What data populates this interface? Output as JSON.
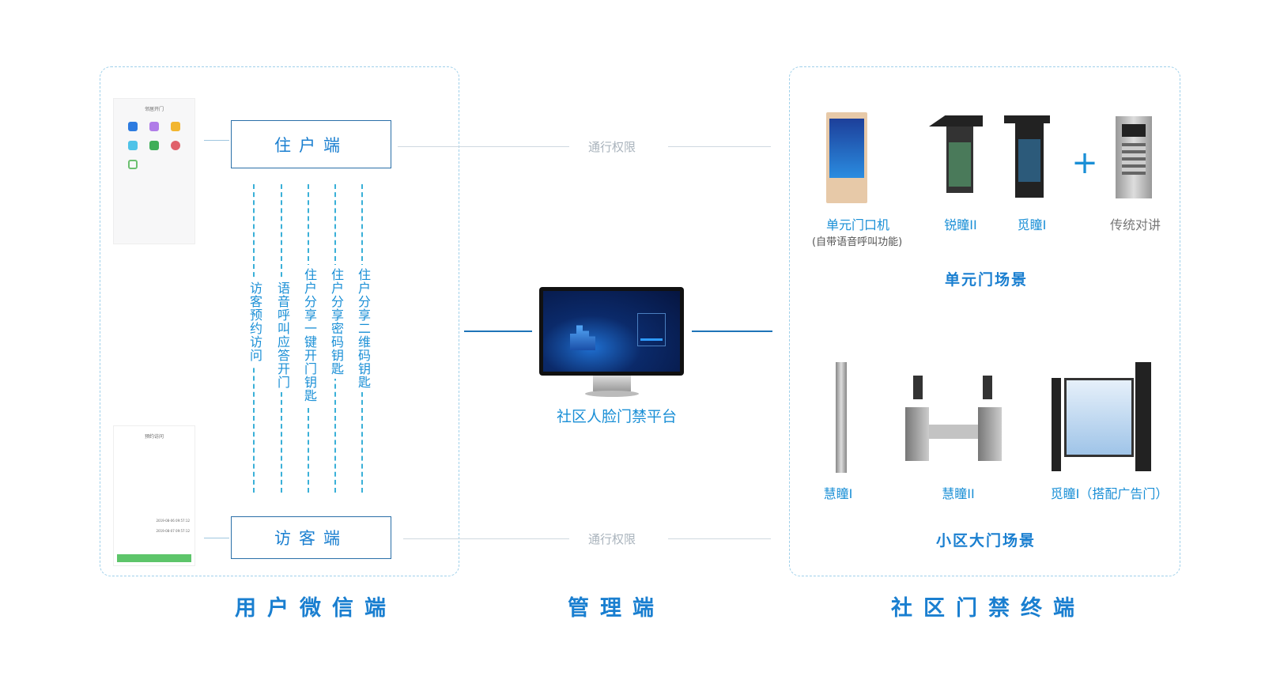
{
  "sections": {
    "user": "用户微信端",
    "admin": "管理端",
    "terminal": "社区门禁终端"
  },
  "user_side": {
    "resident_box": "住户端",
    "visitor_box": "访客端",
    "features": [
      "访客预约访问",
      "语音呼叫应答开门",
      "住户分享一键开门钥匙",
      "住户分享密码钥匙",
      "住户分享二维码钥匙"
    ],
    "phone_resident": {
      "title": "邻居开门"
    },
    "phone_visitor": {
      "title": "预约访问",
      "times": [
        "2019-08-06 09:57:12",
        "2019-08-07 09:57:12"
      ]
    }
  },
  "permission_label": "通行权限",
  "platform": {
    "name": "社区人脸门禁平台"
  },
  "terminal_side": {
    "unit_scene": "单元门场景",
    "unit_devices": [
      {
        "name": "单元门口机",
        "note": "(自带语音呼叫功能)"
      },
      {
        "name": "锐瞳II"
      },
      {
        "name": "觅瞳I"
      }
    ],
    "plus": "+",
    "traditional": "传统对讲",
    "gate_scene": "小区大门场景",
    "gate_devices": [
      {
        "name": "慧瞳I"
      },
      {
        "name": "慧瞳II"
      },
      {
        "name": "觅瞳I（搭配广告门）"
      }
    ]
  },
  "colors": {
    "accent": "#1a7fd0",
    "line": "#1e74b8",
    "dash": "#3ab0d8"
  }
}
